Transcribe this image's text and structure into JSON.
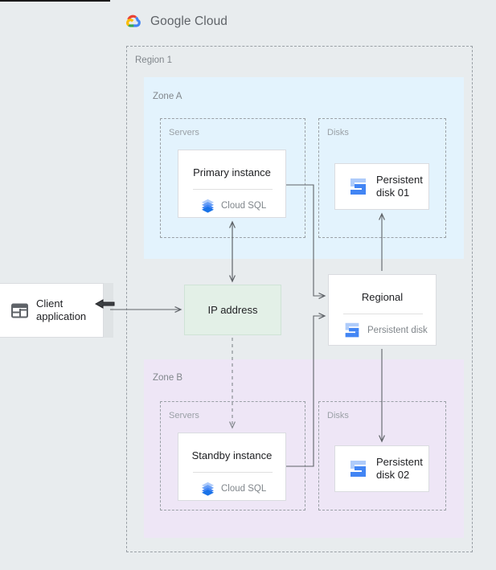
{
  "brand": {
    "name_bold": "Google",
    "name_light": "Cloud",
    "logo_icon": "google-cloud-logo-icon",
    "colors": {
      "blue": "#4285f4",
      "red": "#ea4335",
      "yellow": "#fbbc04",
      "green": "#34a853"
    }
  },
  "canvas": {
    "background": "#e8ecee"
  },
  "region": {
    "label": "Region 1",
    "border_color": "#9aa0a6"
  },
  "zones": [
    {
      "id": "zone-a",
      "label": "Zone A",
      "background": "#e3f3fd",
      "groups": [
        {
          "id": "servers",
          "label": "Servers"
        },
        {
          "id": "disks",
          "label": "Disks"
        }
      ],
      "instance": {
        "title": "Primary instance",
        "product": "Cloud SQL",
        "icon": "cloud-sql-icon"
      },
      "disk": {
        "line1": "Persistent",
        "line2": "disk 01",
        "icon": "persistent-disk-icon"
      }
    },
    {
      "id": "zone-b",
      "label": "Zone B",
      "background": "#eee6f6",
      "groups": [
        {
          "id": "servers",
          "label": "Servers"
        },
        {
          "id": "disks",
          "label": "Disks"
        }
      ],
      "instance": {
        "title": "Standby instance",
        "product": "Cloud SQL",
        "icon": "cloud-sql-icon"
      },
      "disk": {
        "line1": "Persistent",
        "line2": "disk 02",
        "icon": "persistent-disk-icon"
      }
    }
  ],
  "ip_address": {
    "label": "IP address",
    "background": "#e3f0e7",
    "border": "#cfe3d6"
  },
  "client": {
    "line1": "Client",
    "line2": "application",
    "icon": "client-application-icon"
  },
  "regional_disk": {
    "title": "Regional",
    "product": "Persistent disk",
    "icon": "persistent-disk-icon"
  },
  "cursor": {
    "icon": "mouse-pointer-left-icon"
  },
  "connectors": [
    {
      "id": "client-to-ip",
      "from": "client-application",
      "to": "ip-address",
      "style": "solid",
      "arrow": "end"
    },
    {
      "id": "ip-to-primary",
      "from": "ip-address",
      "to": "primary-instance",
      "style": "solid",
      "arrow": "both"
    },
    {
      "id": "ip-to-standby",
      "from": "ip-address",
      "to": "standby-instance",
      "style": "dashed",
      "arrow": "end"
    },
    {
      "id": "primary-to-regional",
      "from": "primary-instance",
      "to": "regional-persistent-disk",
      "style": "solid",
      "arrow": "end"
    },
    {
      "id": "standby-to-regional",
      "from": "standby-instance",
      "to": "regional-persistent-disk",
      "style": "solid",
      "arrow": "end"
    },
    {
      "id": "regional-to-pd01",
      "from": "regional-persistent-disk",
      "to": "persistent-disk-01",
      "style": "solid",
      "arrow": "end"
    },
    {
      "id": "regional-to-pd02",
      "from": "regional-persistent-disk",
      "to": "persistent-disk-02",
      "style": "solid",
      "arrow": "end"
    }
  ]
}
